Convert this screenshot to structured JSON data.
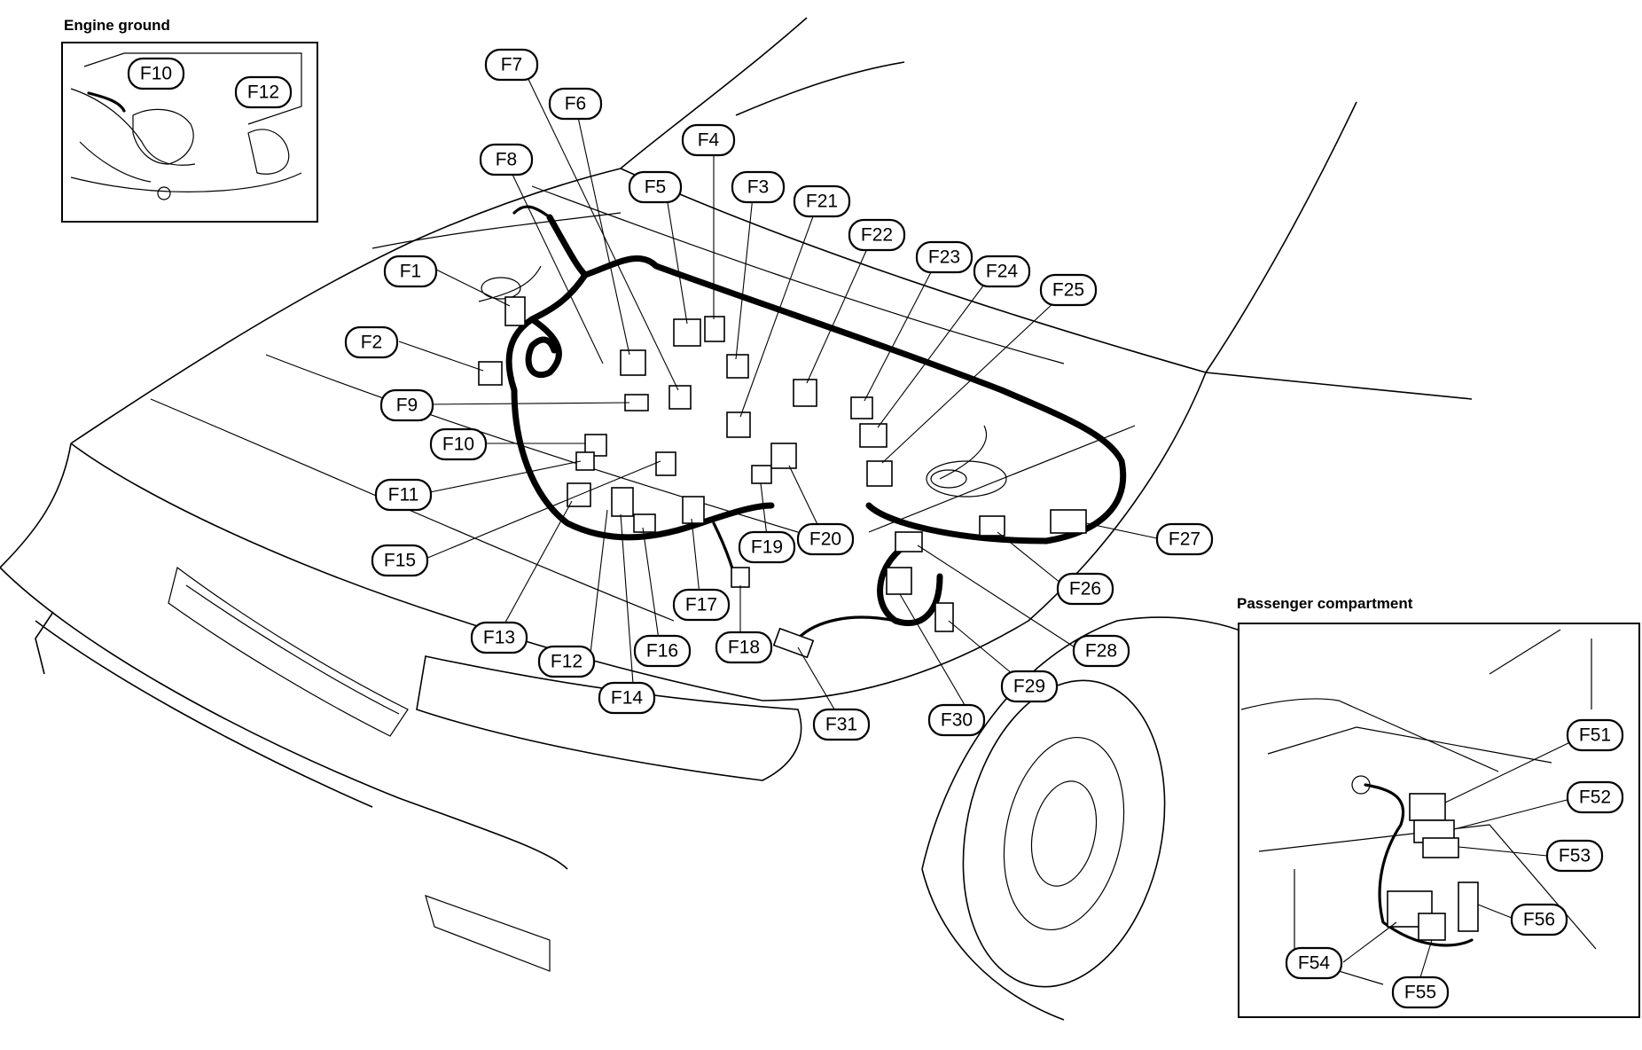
{
  "insets": {
    "engine_ground": {
      "title": "Engine ground"
    },
    "passenger_compartment": {
      "title": "Passenger compartment"
    }
  },
  "callouts": {
    "F1": "F1",
    "F2": "F2",
    "F3": "F3",
    "F4": "F4",
    "F5": "F5",
    "F6": "F6",
    "F7": "F7",
    "F8": "F8",
    "F9": "F9",
    "F10": "F10",
    "F11": "F11",
    "F12": "F12",
    "F13": "F13",
    "F14": "F14",
    "F15": "F15",
    "F16": "F16",
    "F17": "F17",
    "F18": "F18",
    "F19": "F19",
    "F20": "F20",
    "F21": "F21",
    "F22": "F22",
    "F23": "F23",
    "F24": "F24",
    "F25": "F25",
    "F26": "F26",
    "F27": "F27",
    "F28": "F28",
    "F29": "F29",
    "F30": "F30",
    "F31": "F31",
    "inset_F10": "F10",
    "inset_F12": "F12",
    "F51": "F51",
    "F52": "F52",
    "F53": "F53",
    "F54": "F54",
    "F55": "F55",
    "F56": "F56"
  }
}
